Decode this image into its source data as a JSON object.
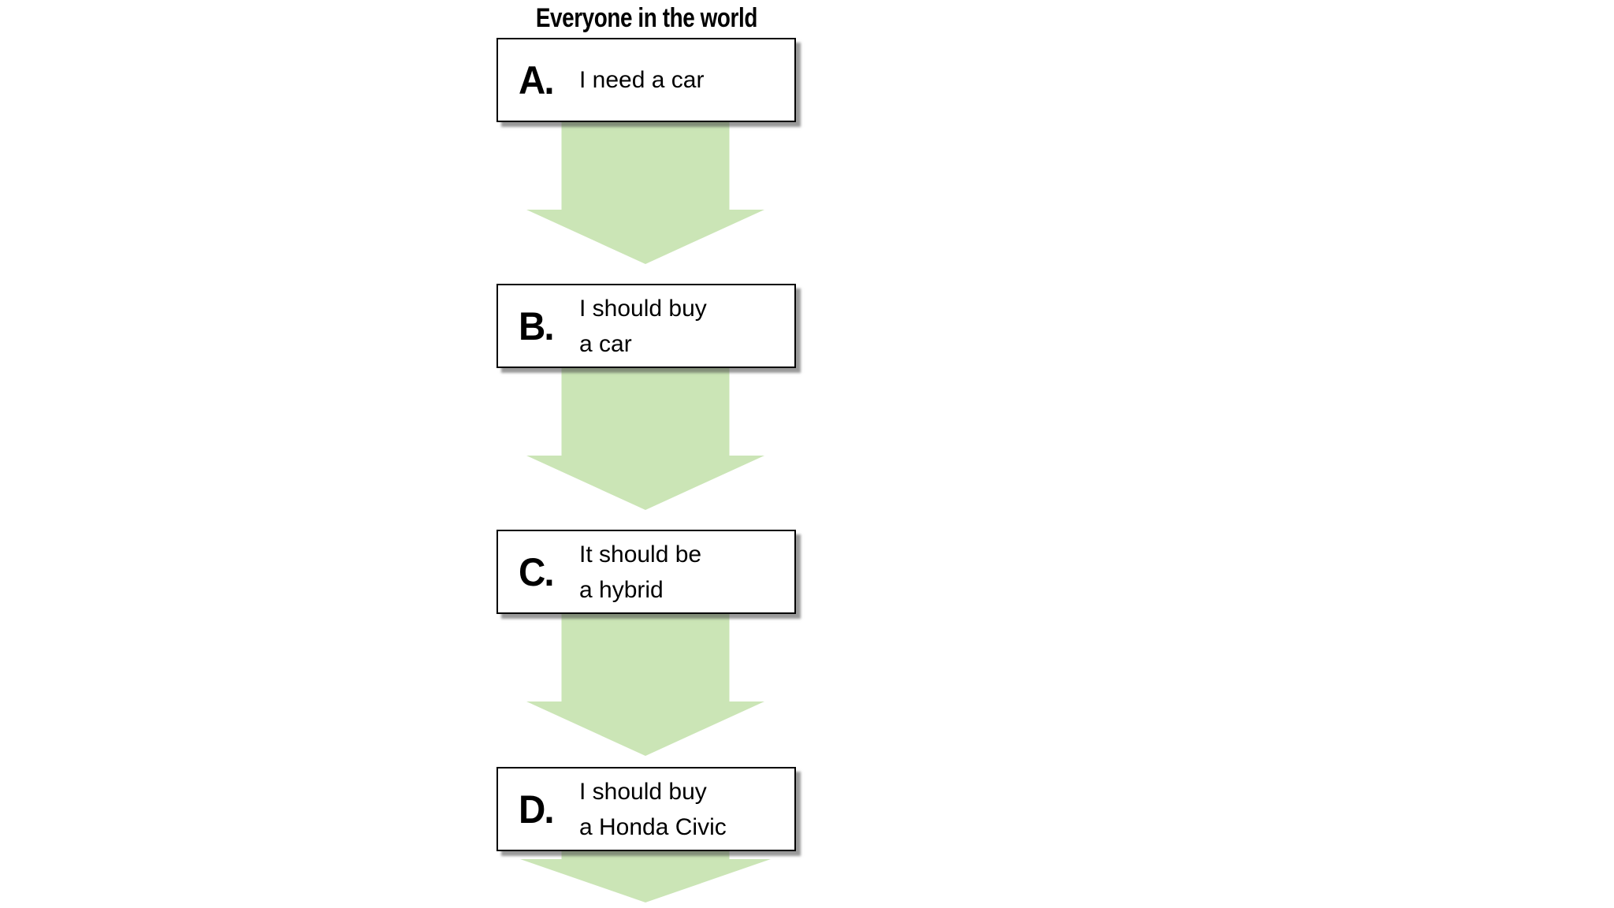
{
  "title": "Everyone in the world",
  "colors": {
    "arrow_green": "#cbe5b6",
    "box_border": "#000000",
    "box_background": "#ffffff",
    "background": "#ffffff",
    "text": "#000000"
  },
  "steps": [
    {
      "label": "A.",
      "line1": "I need a car",
      "line2": ""
    },
    {
      "label": "B.",
      "line1": "I should buy",
      "line2": "a car"
    },
    {
      "label": "C.",
      "line1": "It should be",
      "line2": "a hybrid"
    },
    {
      "label": "D.",
      "line1": "I should buy",
      "line2": "a Honda Civic"
    }
  ]
}
